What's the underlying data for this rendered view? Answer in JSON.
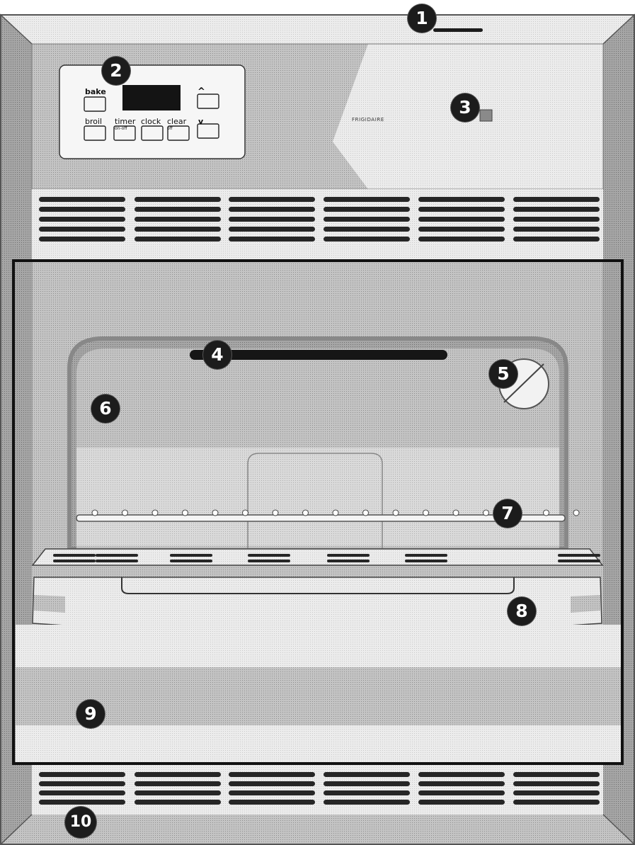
{
  "panel": {
    "brand": "FRIGIDAIRE",
    "keys": {
      "bake": "bake",
      "broil": "broil",
      "timer": "timer",
      "timer_sub": "on-off",
      "clock": "clock",
      "clear": "clear",
      "clear_sub": "off",
      "up": "^",
      "down": "v"
    }
  },
  "callouts": [
    "1",
    "2",
    "3",
    "4",
    "5",
    "6",
    "7",
    "8",
    "9",
    "10"
  ],
  "colors": {
    "frame": "#b8b8b8",
    "frame_dark": "#9a9a9a",
    "panel_light": "#f3f3f3",
    "display": "#141414",
    "vent_slot": "#2a2a2a",
    "cavity": "#a8a8a8",
    "outline": "#111111",
    "callout_fill": "#1c1c1c"
  }
}
